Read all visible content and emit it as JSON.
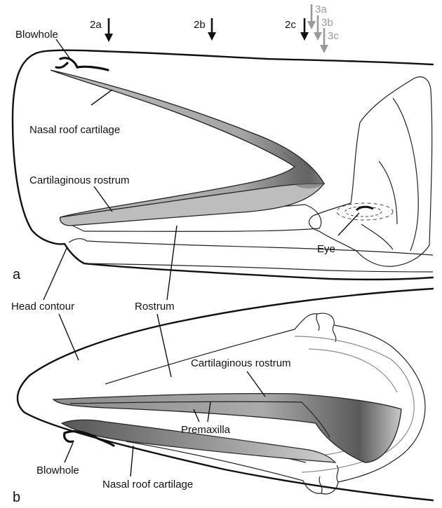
{
  "colors": {
    "line": "#111111",
    "cartilage_dark": "#6d6d6d",
    "cartilage_light": "#c4c4c4",
    "marker_gray": "#9a9a9a",
    "background": "#ffffff"
  },
  "section_markers": {
    "black": [
      "2a",
      "2b",
      "2c"
    ],
    "gray": [
      "3a",
      "3b",
      "3c"
    ]
  },
  "panel_a": {
    "letter": "a",
    "labels": {
      "blowhole": "Blowhole",
      "nasal_roof_cartilage": "Nasal roof cartilage",
      "cartilaginous_rostrum": "Cartilaginous rostrum",
      "eye": "Eye"
    }
  },
  "shared_labels": {
    "head_contour": "Head contour",
    "rostrum": "Rostrum"
  },
  "panel_b": {
    "letter": "b",
    "labels": {
      "cartilaginous_rostrum": "Cartilaginous rostrum",
      "premaxilla": "Premaxilla",
      "blowhole": "Blowhole",
      "nasal_roof_cartilage": "Nasal roof cartilage"
    }
  }
}
